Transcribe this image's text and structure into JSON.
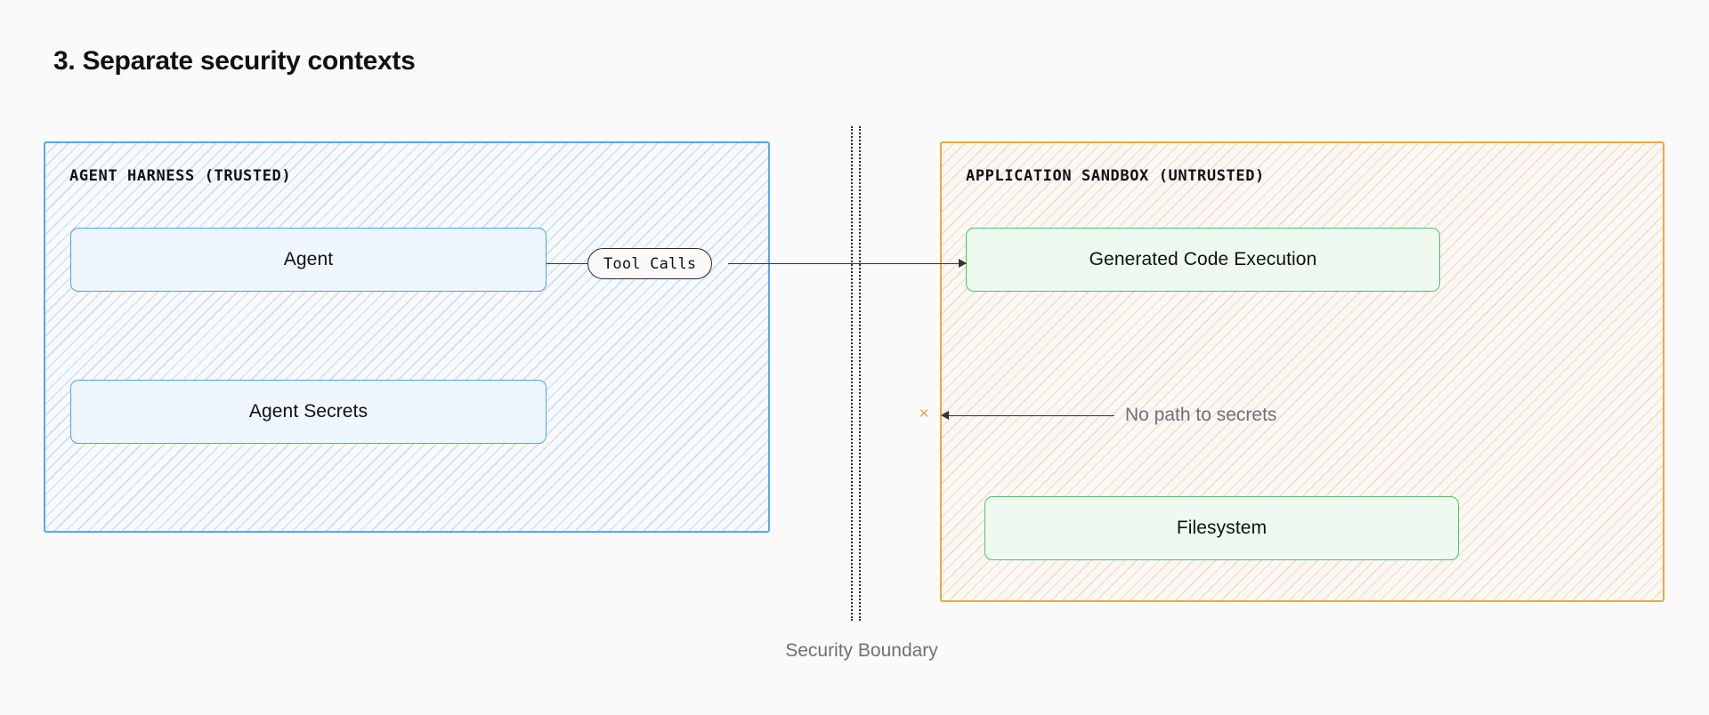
{
  "page": {
    "title": "3. Separate security contexts",
    "background_color": "#fafafa"
  },
  "zones": [
    {
      "id": "trusted",
      "label": "AGENT HARNESS (TRUSTED)",
      "accent_color": "#53a8f5",
      "fill_color": "#f8f9fa",
      "hatch": true,
      "nodes": [
        {
          "id": "agent",
          "label": "Agent",
          "border_color": "#4ea2f2",
          "fill_color": "#eff6fe"
        },
        {
          "id": "agent-secrets",
          "label": "Agent Secrets",
          "border_color": "#4ea2f2",
          "fill_color": "#eff6fe"
        }
      ]
    },
    {
      "id": "untrusted",
      "label": "APPLICATION SANDBOX (UNTRUSTED)",
      "accent_color": "#f0a83c",
      "fill_color": "#f9f8f6",
      "hatch": true,
      "nodes": [
        {
          "id": "generated-code-execution",
          "label": "Generated Code Execution",
          "border_color": "#4fc46b",
          "fill_color": "#eefaf0"
        },
        {
          "id": "filesystem",
          "label": "Filesystem",
          "border_color": "#4fc46b",
          "fill_color": "#eefaf0"
        }
      ]
    }
  ],
  "edges": [
    {
      "id": "tool-calls",
      "label": "Tool Calls",
      "from": "agent",
      "to": "generated-code-execution",
      "direction": "right",
      "stroke_color": "#333338"
    },
    {
      "id": "no-path-to-secrets",
      "label": "No path to secrets",
      "direction": "left",
      "blocked": true,
      "blocked_marker": "×",
      "blocked_marker_color": "#f0a23a",
      "label_color": "#6e7176",
      "stroke_color": "#333338"
    }
  ],
  "boundary": {
    "label": "Security Boundary",
    "style": "dotted",
    "color": "#2a2a2e",
    "label_color": "#6e7176"
  }
}
